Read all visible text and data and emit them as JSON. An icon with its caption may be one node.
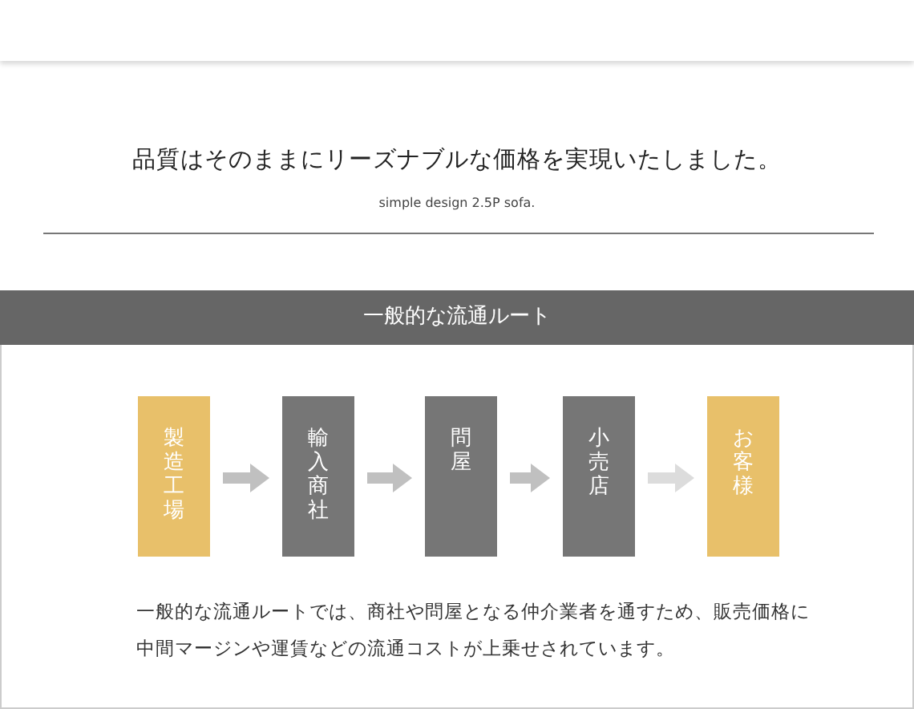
{
  "diagram": {
    "title": "品質はそのままにリーズナブルな価格を実現いたしました。",
    "nodes": [
      {
        "text": [
          "一般的な流通ルート",
          "一般的な流通ルートでは、商社や問屋となる仲介業者を通すため、販売価格に中間マージンや運賃などの流通コストが上乗せされています。"
        ]
      },
      {
        "text": [
          "製造工場"
        ],
        "in": 0
      },
      {
        "text": [
          "輸入商社"
        ],
        "in": 0
      },
      {
        "text": [
          "問屋"
        ],
        "in": 0
      },
      {
        "text": [
          "小売店"
        ],
        "in": 0
      },
      {
        "text": [
          "お客様"
        ],
        "in": 0
      }
    ],
    "edges": [
      {
        "from": 1,
        "to": 2,
        "arrow": "to"
      },
      {
        "from": 2,
        "to": 3,
        "arrow": "to"
      },
      {
        "from": 3,
        "to": 4,
        "arrow": "to"
      },
      {
        "from": 4,
        "to": 5,
        "arrow": "to",
        "color": "#dcdcdc"
      }
    ],
    "labels": [
      "simple design 2.5P sofa."
    ]
  }
}
